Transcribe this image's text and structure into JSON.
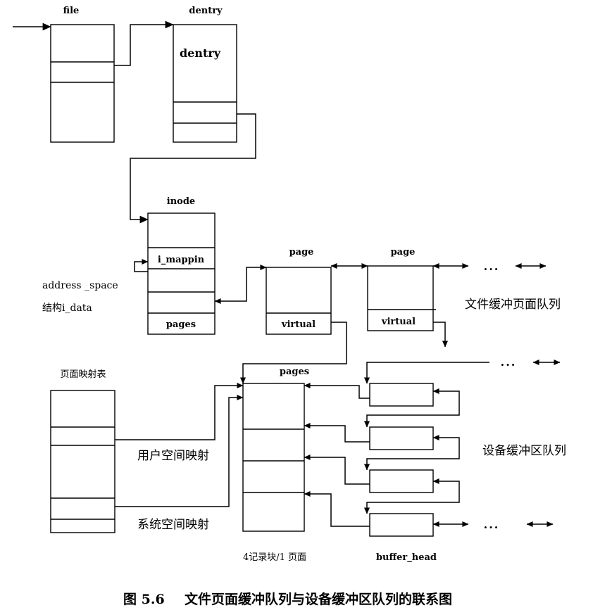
{
  "file_struct": {
    "title": "file"
  },
  "dentry_struct": {
    "title": "dentry",
    "body_label": "dentry"
  },
  "inode_struct": {
    "title": "inode",
    "i_mapping_field": "i_mappin",
    "pages_field": "pages"
  },
  "address_space_note": {
    "line_1": "address _space",
    "line_2": "结构i_data"
  },
  "page_structs": [
    {
      "title": "page",
      "virtual_field": "virtual"
    },
    {
      "title": "page",
      "virtual_field": "virtual"
    }
  ],
  "file_page_queue": {
    "label": "文件缓冲页面队列",
    "continuation": "..."
  },
  "page_mapping_table": {
    "title": "页面映射表"
  },
  "mappings": {
    "user_space": "用户空间映射",
    "system_space": "系统空间映射"
  },
  "physical_pages": {
    "title": "pages",
    "footnote": "4记录块/1 页面"
  },
  "device_buffer_queue": {
    "label": "设备缓冲区队列",
    "top_continuation": "...",
    "bottom_continuation": "...",
    "buffer_head_label": "buffer_head"
  },
  "figure_caption": {
    "number": "图 5.6",
    "title": "文件页面缓冲队列与设备缓冲区队列的联系图"
  },
  "colors": {
    "ink": "#000000",
    "background": "#ffffff"
  }
}
